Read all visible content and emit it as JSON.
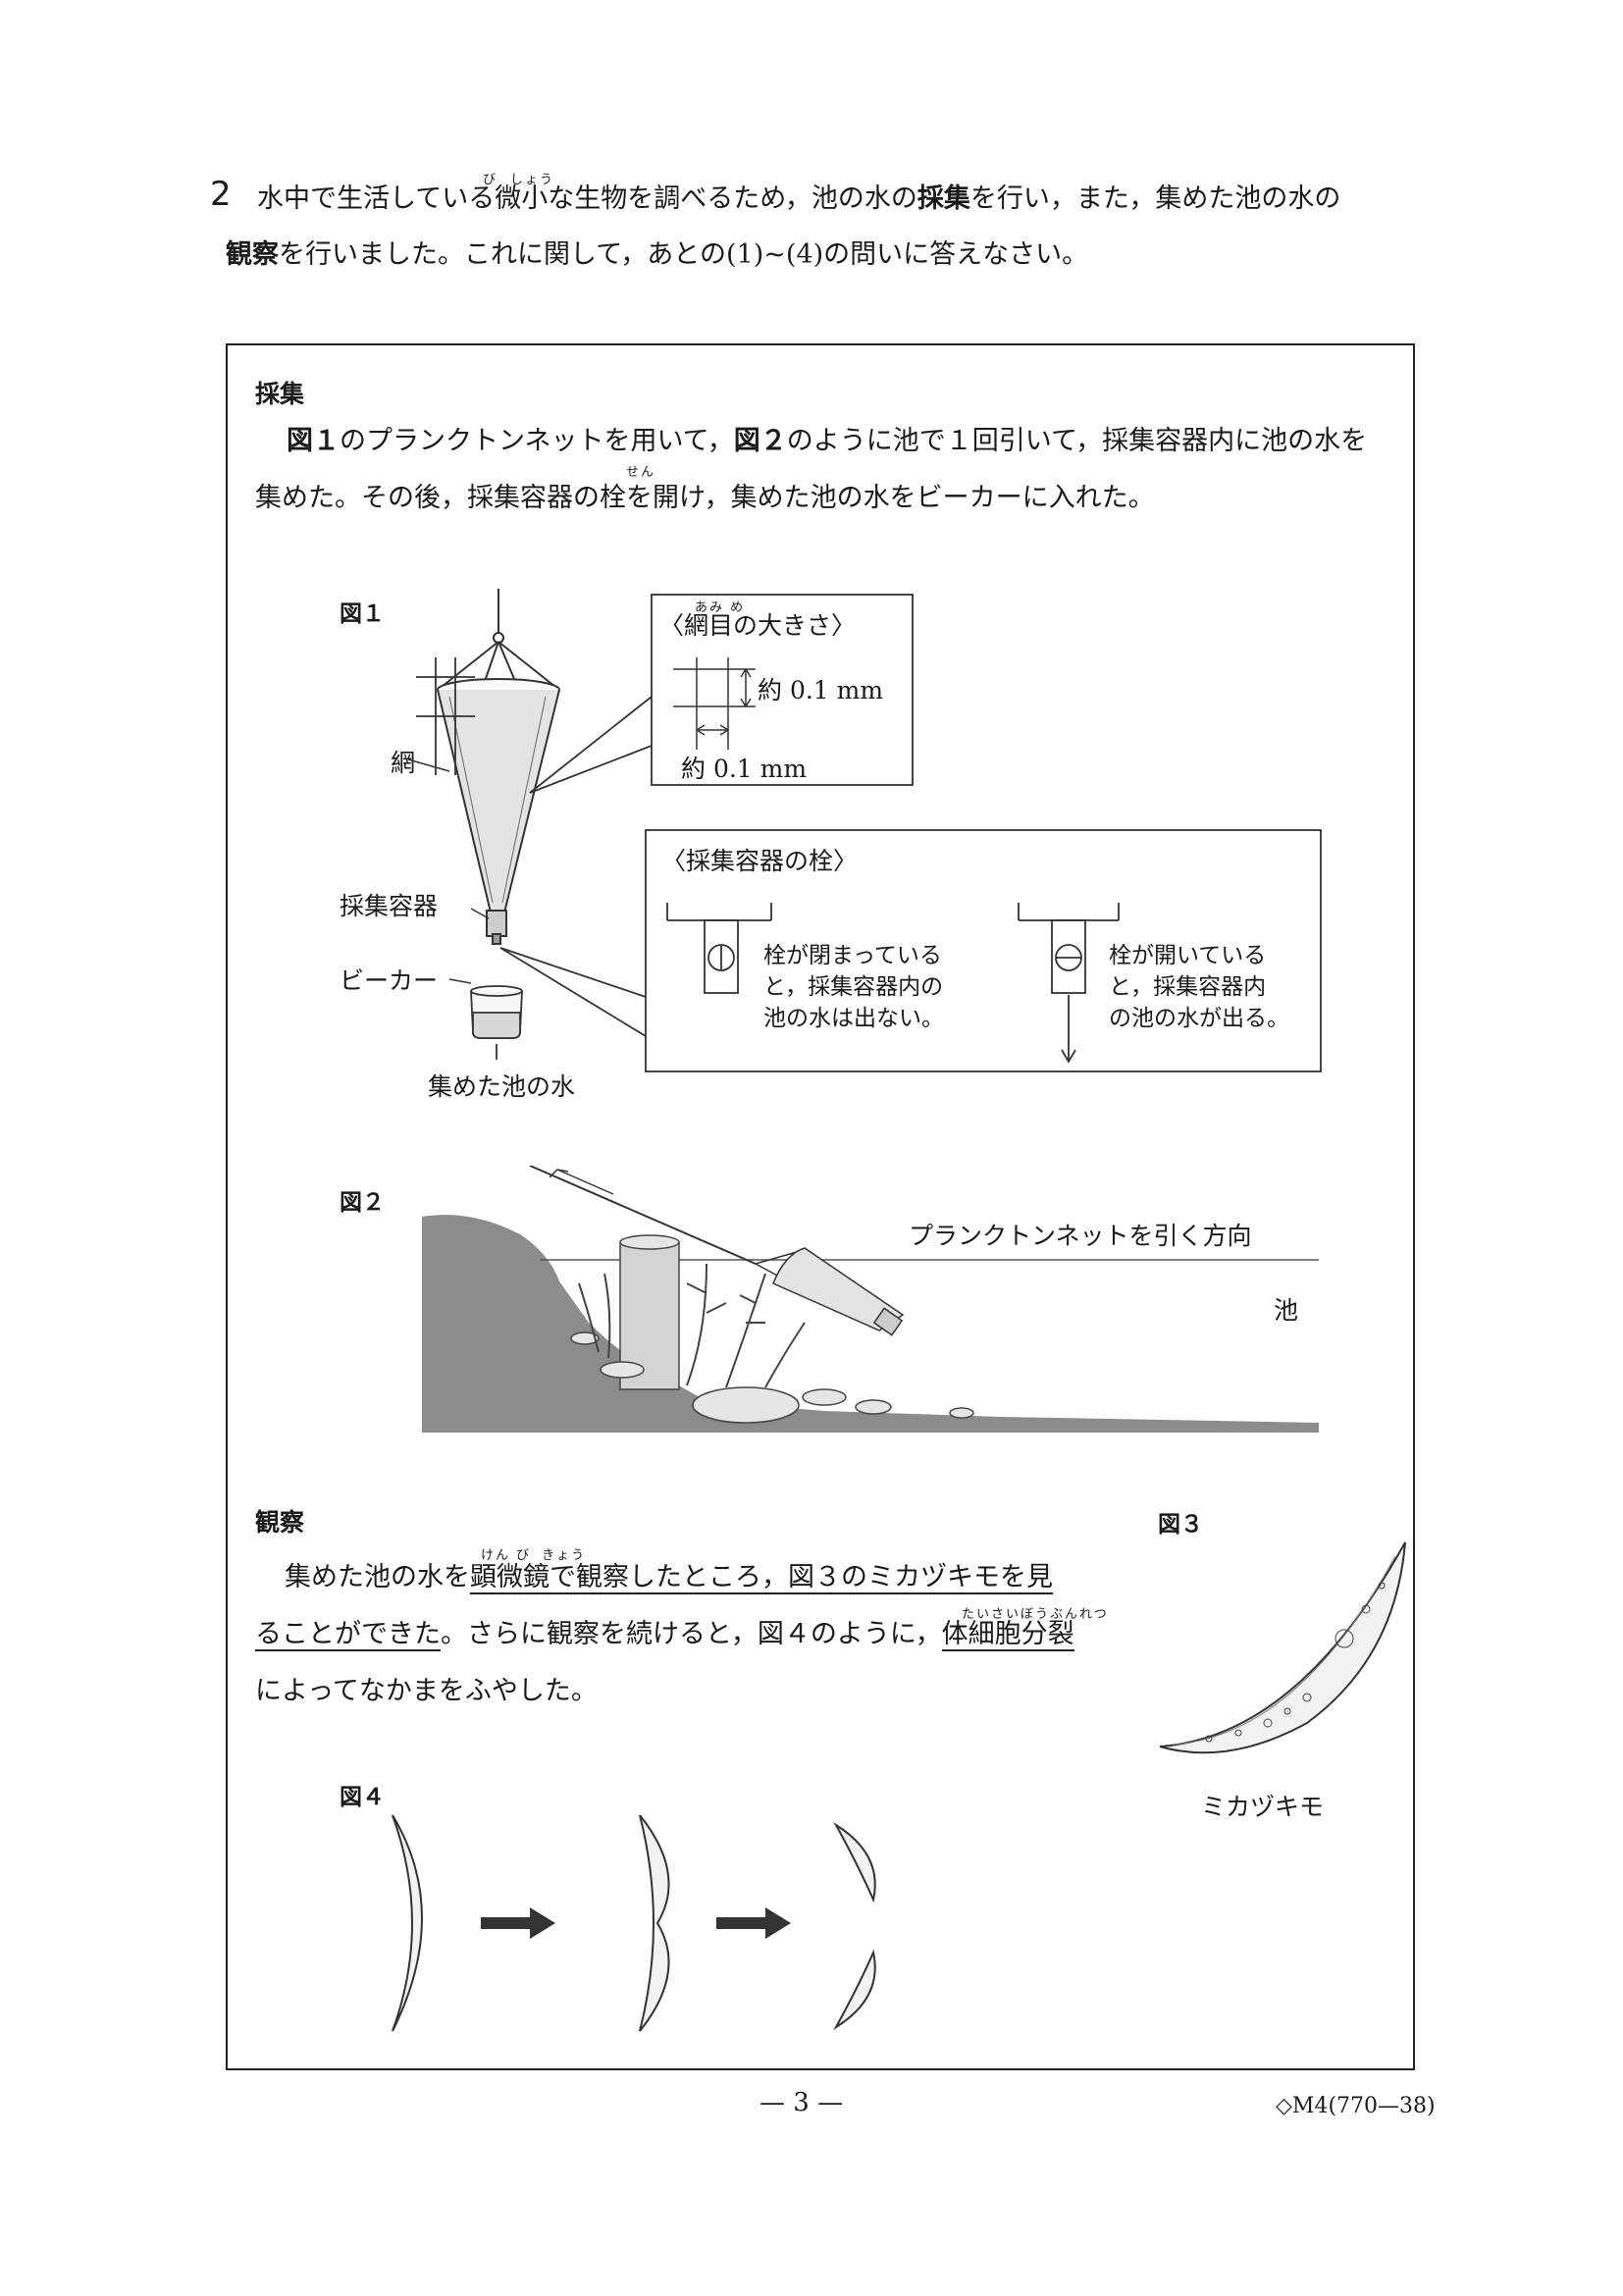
{
  "question": {
    "number": "2",
    "intro_line1_a": "水中で生活している",
    "intro_kanji1": "微",
    "intro_kanji2": "小",
    "intro_ruby1": "び",
    "intro_ruby2": "しょう",
    "intro_line1_b": "な生物を調べるため，池の水の",
    "intro_bold1": "採集",
    "intro_line1_c": "を行い，また，集めた池の水の",
    "intro_bold2": "観察",
    "intro_line2": "を行いました。これに関して，あとの(1)~(4)の問いに答えなさい。"
  },
  "collection": {
    "heading": "採集",
    "p1_a": "図１",
    "p1_b": "のプランクトンネットを用いて，",
    "p1_c": "図２",
    "p1_d": "のように池で１回引いて，採集容器内に池の水を",
    "p2_a": "集めた。その後，採集容器の",
    "p2_kanji": "栓",
    "p2_ruby": "せん",
    "p2_b": "を開け，集めた池の水をビーカーに入れた。"
  },
  "fig1": {
    "label": "図１",
    "net_label": "網",
    "container_label": "採集容器",
    "beaker_label": "ビーカー",
    "water_label": "集めた池の水",
    "mesh_title_a": "〈",
    "mesh_title_kanji": "網目",
    "mesh_title_b": "の大きさ〉",
    "mesh_ruby": "あみ め",
    "mesh_vertical": "約 0.1 mm",
    "mesh_horizontal": "約 0.1 mm",
    "stopper_title": "〈採集容器の栓〉",
    "closed_text": [
      "栓が閉まっている",
      "と，採集容器内の",
      "池の水は出ない。"
    ],
    "open_text": [
      "栓が開いている",
      "と，採集容器内",
      "の池の水が出る。"
    ]
  },
  "fig2": {
    "label": "図２",
    "direction_label": "プランクトンネットを引く方向",
    "pond_label": "池"
  },
  "observation": {
    "heading": "観察",
    "l1_a": "集めた池の水を",
    "l1_b": "顕微",
    "l1_c": "鏡",
    "l1_ruby1": "けん び",
    "l1_ruby2": "きょう",
    "l1_d": "で観察したところ，図３のミカヅキモを見",
    "l2_a": "ることができた",
    "l2_b": "。さらに観察を続けると，図４のように，",
    "l2_c": "体細胞分裂",
    "l2_ruby": "たいさいぼうぶんれつ",
    "l3": "によってなかまをふやした。"
  },
  "fig3": {
    "label": "図３",
    "caption": "ミカヅキモ"
  },
  "fig4": {
    "label": "図４"
  },
  "footer": {
    "page": "— 3 —",
    "code": "◇M4(770—38)"
  }
}
